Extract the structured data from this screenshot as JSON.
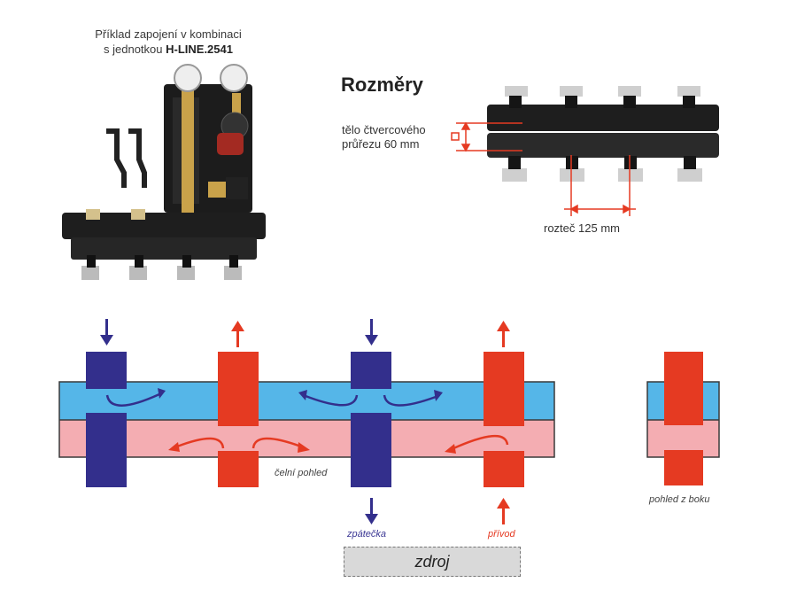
{
  "photo_caption": {
    "line1": "Příklad zapojení v kombinaci",
    "line2_prefix": "s jednotkou ",
    "line2_bold": "H-LINE.2541"
  },
  "dimensions": {
    "title": "Rozměry",
    "body_note_line1": "tělo čtvercového",
    "body_note_line2": "průřezu 60 mm",
    "pitch_note": "rozteč 125 mm"
  },
  "diagram": {
    "front_view_label": "čelní pohled",
    "side_view_label": "pohled z boku",
    "return_label": "zpátečka",
    "supply_label": "přívod",
    "source_label": "zdroj",
    "colors": {
      "cold_channel": "#55b6e8",
      "hot_channel": "#f4adb2",
      "cold_pipe": "#332f8c",
      "hot_pipe": "#e53a22",
      "source_box": "#d9d9d9"
    }
  }
}
